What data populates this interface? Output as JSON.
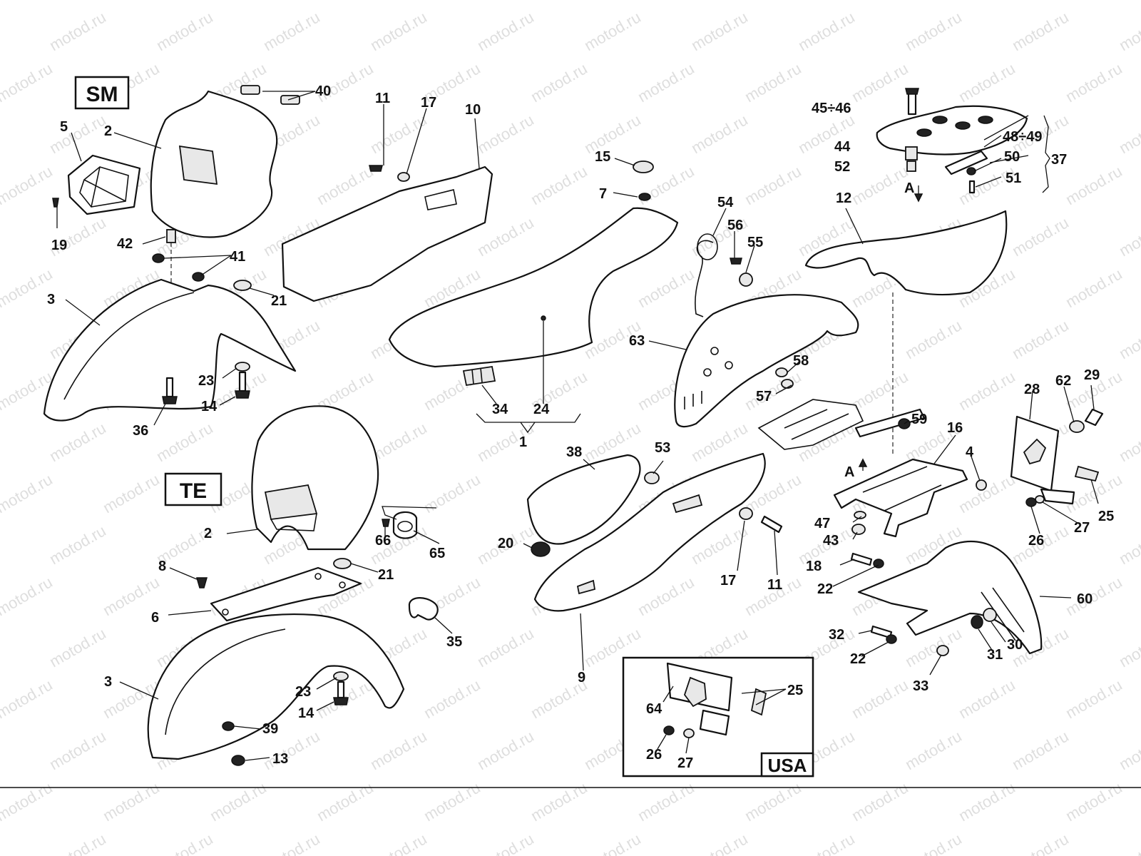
{
  "watermark": "motod.ru",
  "variant_labels": {
    "sm": "SM",
    "te": "TE",
    "usa": "USA"
  },
  "direction_marker": "A",
  "callouts": {
    "c1": "1",
    "c2a": "2",
    "c2b": "2",
    "c3a": "3",
    "c3b": "3",
    "c4": "4",
    "c5": "5",
    "c6": "6",
    "c7": "7",
    "c8": "8",
    "c9": "9",
    "c10": "10",
    "c11a": "11",
    "c11b": "11",
    "c12": "12",
    "c13": "13",
    "c14a": "14",
    "c14b": "14",
    "c15": "15",
    "c16": "16",
    "c17a": "17",
    "c17b": "17",
    "c18": "18",
    "c19": "19",
    "c20": "20",
    "c21a": "21",
    "c21b": "21",
    "c22a": "22",
    "c22b": "22",
    "c23a": "23",
    "c23b": "23",
    "c24": "24",
    "c25a": "25",
    "c25b": "25",
    "c26a": "26",
    "c26b": "26",
    "c27a": "27",
    "c27b": "27",
    "c28": "28",
    "c29": "29",
    "c30": "30",
    "c31": "31",
    "c32": "32",
    "c33": "33",
    "c34": "34",
    "c35": "35",
    "c36": "36",
    "c37": "37",
    "c38": "38",
    "c39": "39",
    "c40": "40",
    "c41": "41",
    "c42": "42",
    "c43": "43",
    "c44": "44",
    "c4546": "45÷46",
    "c47": "47",
    "c4849": "48÷49",
    "c50": "50",
    "c51": "51",
    "c52": "52",
    "c53": "53",
    "c54": "54",
    "c55": "55",
    "c56": "56",
    "c57": "57",
    "c58": "58",
    "c59": "59",
    "c60": "60",
    "c62": "62",
    "c63": "63",
    "c64": "64",
    "c65": "65",
    "c66": "66"
  }
}
